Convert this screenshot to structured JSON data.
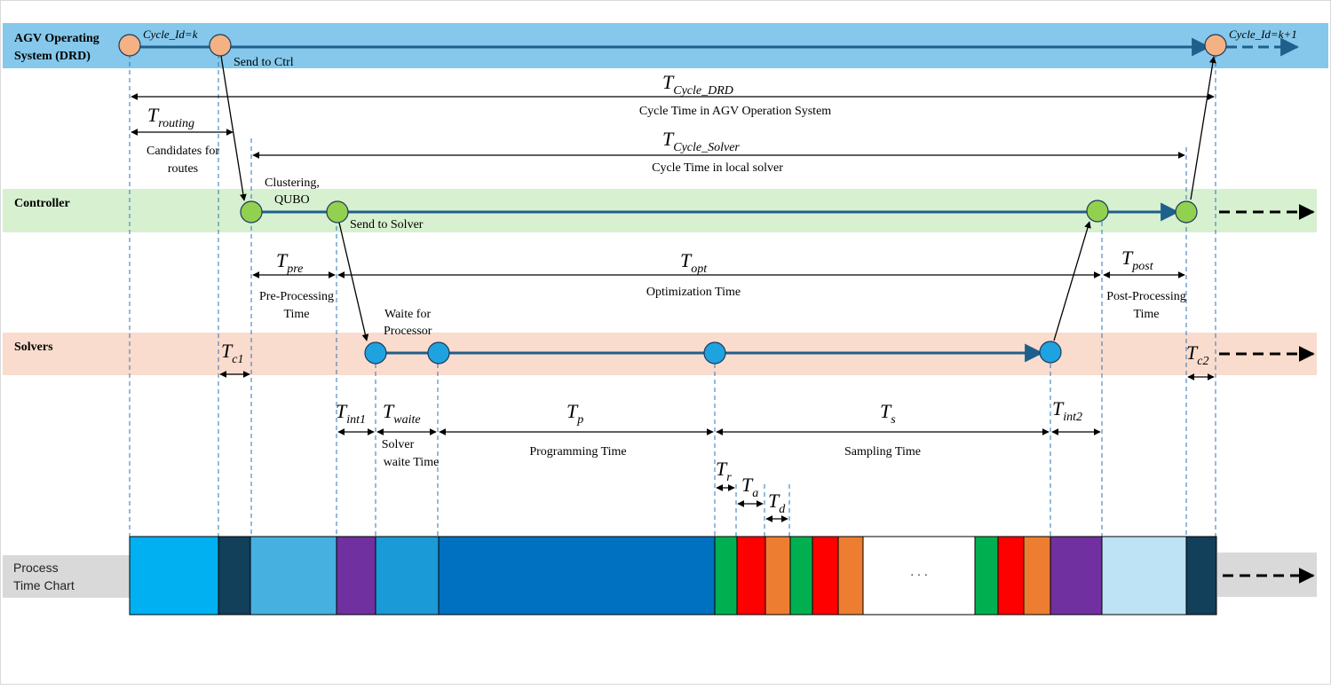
{
  "lanes": {
    "drd": {
      "line1": "AGV Operating",
      "line2": "System (DRD)",
      "color": "#85C8EC"
    },
    "controller": {
      "title": "Controller",
      "color": "#D6F0D0"
    },
    "solvers": {
      "title": "Solvers",
      "color": "#F9DCCD"
    },
    "process": {
      "line1": "Process",
      "line2": "Time Chart",
      "color": "#D9D9D9"
    }
  },
  "drd_events": {
    "cycle_start": "Cycle_Id=k",
    "cycle_next": "Cycle_Id=k+1",
    "send_ctrl": "Send to Ctrl"
  },
  "controller_events": {
    "clustering_1": "Clustering,",
    "clustering_2": "QUBO",
    "send_solver": "Send to Solver"
  },
  "solver_events": {
    "waite_1": "Waite for",
    "waite_2": "Processor"
  },
  "intervals": {
    "cycle_drd": {
      "base": "T",
      "sub": "Cycle_DRD",
      "caption": "Cycle Time in AGV Operation System"
    },
    "routing": {
      "base": "T",
      "sub": "routing",
      "caption_1": "Candidates for",
      "caption_2": "routes"
    },
    "cycle_solver": {
      "base": "T",
      "sub": "Cycle_Solver",
      "caption": "Cycle Time in local solver"
    },
    "pre": {
      "base": "T",
      "sub": "pre",
      "caption_1": "Pre-Processing",
      "caption_2": "Time"
    },
    "opt": {
      "base": "T",
      "sub": "opt",
      "caption": "Optimization Time"
    },
    "post": {
      "base": "T",
      "sub": "post",
      "caption_1": "Post-Processing",
      "caption_2": "Time"
    },
    "c1": {
      "base": "T",
      "sub": "c1"
    },
    "c2": {
      "base": "T",
      "sub": "c2"
    },
    "int1": {
      "base": "T",
      "sub": "int1"
    },
    "waite": {
      "base": "T",
      "sub": "waite",
      "caption_1": "Solver",
      "caption_2": "waite Time"
    },
    "p": {
      "base": "T",
      "sub": "p",
      "caption": "Programming Time"
    },
    "s": {
      "base": "T",
      "sub": "s",
      "caption": "Sampling Time"
    },
    "int2": {
      "base": "T",
      "sub": "int2"
    },
    "r": {
      "base": "T",
      "sub": "r"
    },
    "a": {
      "base": "T",
      "sub": "a"
    },
    "d": {
      "base": "T",
      "sub": "d"
    }
  },
  "timeline": {
    "ellipsis": ". . .",
    "segment_colors": {
      "routing": "#00B0F0",
      "comm": "#123F5A",
      "pre": "#46B0E0",
      "interface": "#7030A0",
      "waite": "#1A9AD6",
      "programming": "#0070C0",
      "read": "#00B050",
      "anneal": "#FF0000",
      "delay": "#ED7D31",
      "post": "#BDE3F4"
    }
  },
  "colors": {
    "drd_node": "#F4B183",
    "controller_node": "#92D050",
    "solver_node": "#1FA2E0",
    "flow_line": "#1F5F8B"
  }
}
